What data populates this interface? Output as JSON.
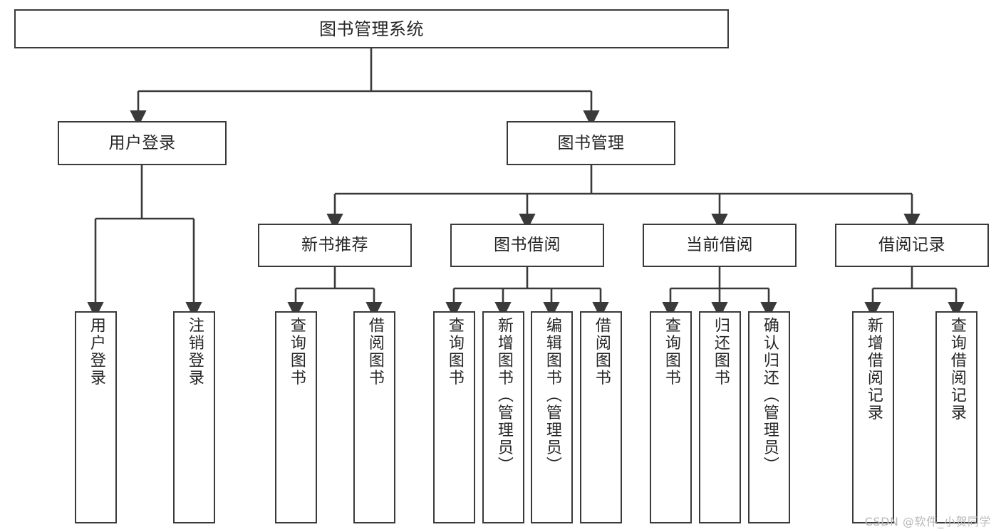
{
  "diagram": {
    "title": "图书管理系统",
    "type": "tree",
    "watermark": "CSDN @软件_小贺同学",
    "colors": {
      "box_border": "#3a3a3a",
      "box_fill": "#ffffff",
      "edge": "#3a3a3a",
      "text": "#262626",
      "watermark": "#b8b8b8",
      "background": "#ffffff"
    },
    "nodes": {
      "root": {
        "label": "图书管理系统",
        "level": 1,
        "orientation": "horizontal"
      },
      "l2": [
        {
          "label": "用户登录",
          "level": 2,
          "orientation": "horizontal"
        },
        {
          "label": "图书管理",
          "level": 2,
          "orientation": "horizontal"
        }
      ],
      "l3": [
        {
          "label": "新书推荐",
          "level": 3,
          "orientation": "horizontal"
        },
        {
          "label": "图书借阅",
          "level": 3,
          "orientation": "horizontal"
        },
        {
          "label": "当前借阅",
          "level": 3,
          "orientation": "horizontal"
        },
        {
          "label": "借阅记录",
          "level": 3,
          "orientation": "horizontal"
        }
      ],
      "leaves_user_login": [
        {
          "label": "用户登录",
          "level": 3,
          "orientation": "vertical"
        },
        {
          "label": "注销登录",
          "level": 3,
          "orientation": "vertical"
        }
      ],
      "leaves_new_book": [
        {
          "label": "查询图书",
          "level": 4,
          "orientation": "vertical"
        },
        {
          "label": "借阅图书",
          "level": 4,
          "orientation": "vertical"
        }
      ],
      "leaves_borrow": [
        {
          "label": "查询图书",
          "level": 4,
          "orientation": "vertical"
        },
        {
          "label": "新增图书（管理员）",
          "level": 4,
          "orientation": "vertical"
        },
        {
          "label": "编辑图书（管理员）",
          "level": 4,
          "orientation": "vertical"
        },
        {
          "label": "借阅图书",
          "level": 4,
          "orientation": "vertical"
        }
      ],
      "leaves_current": [
        {
          "label": "查询图书",
          "level": 4,
          "orientation": "vertical"
        },
        {
          "label": "归还图书",
          "level": 4,
          "orientation": "vertical"
        },
        {
          "label": "确认归还（管理员）",
          "level": 4,
          "orientation": "vertical"
        }
      ],
      "leaves_records": [
        {
          "label": "新增借阅记录",
          "level": 4,
          "orientation": "vertical"
        },
        {
          "label": "查询借阅记录",
          "level": 4,
          "orientation": "vertical"
        }
      ]
    }
  }
}
